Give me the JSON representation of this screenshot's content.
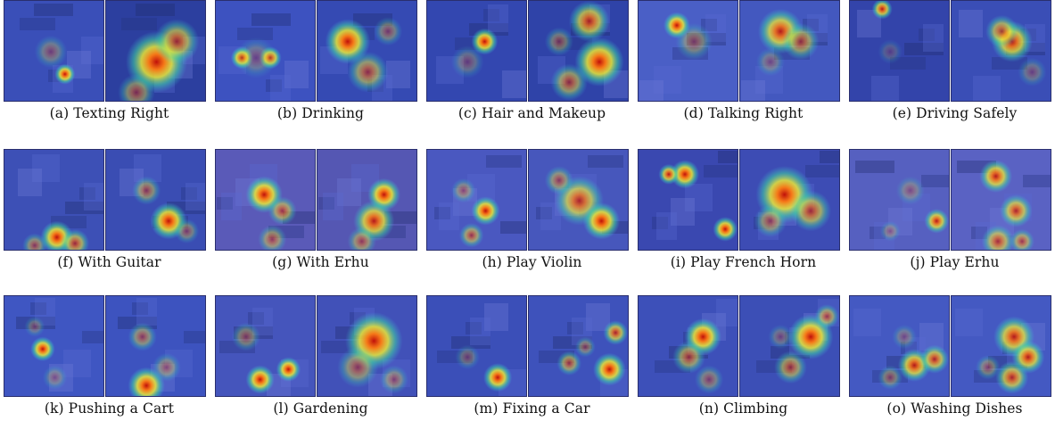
{
  "figure": {
    "panels": [
      {
        "id": "a",
        "caption": "(a) Texting Right"
      },
      {
        "id": "b",
        "caption": "(b) Drinking"
      },
      {
        "id": "c",
        "caption": "(c) Hair and Makeup"
      },
      {
        "id": "d",
        "caption": "(d) Talking Right"
      },
      {
        "id": "e",
        "caption": "(e) Driving Safely"
      },
      {
        "id": "f",
        "caption": "(f) With Guitar"
      },
      {
        "id": "g",
        "caption": "(g) With Erhu"
      },
      {
        "id": "h",
        "caption": "(h) Play Violin"
      },
      {
        "id": "i",
        "caption": "(i) Play French Horn"
      },
      {
        "id": "j",
        "caption": "(j) Play Erhu"
      },
      {
        "id": "k",
        "caption": "(k) Pushing a Cart"
      },
      {
        "id": "l",
        "caption": "(l) Gardening"
      },
      {
        "id": "m",
        "caption": "(m) Fixing a Car"
      },
      {
        "id": "n",
        "caption": "(n) Climbing"
      },
      {
        "id": "o",
        "caption": "(o) Washing Dishes"
      }
    ]
  }
}
